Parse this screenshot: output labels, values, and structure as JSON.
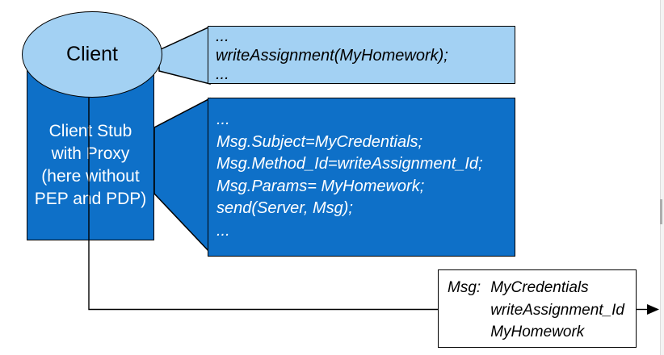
{
  "colors": {
    "light_blue": "#a3d1f3",
    "dark_blue": "#0e70c8",
    "outline": "#000000",
    "text_on_dark": "#ffffff",
    "text_on_light": "#000000"
  },
  "client": {
    "label": "Client"
  },
  "client_stub": {
    "lines": [
      "Client Stub",
      "with Proxy",
      "(here without",
      "PEP and PDP)"
    ]
  },
  "client_code": {
    "lines": [
      "...",
      "writeAssignment(MyHomework);",
      "..."
    ]
  },
  "stub_code": {
    "lines": [
      "...",
      "Msg.Subject=MyCredentials;",
      "Msg.Method_Id=writeAssignment_Id;",
      "Msg.Params= MyHomework;",
      "send(Server, Msg);",
      "..."
    ]
  },
  "message": {
    "label": "Msg:",
    "values": [
      "MyCredentials",
      "writeAssignment_Id",
      "MyHomework"
    ]
  }
}
